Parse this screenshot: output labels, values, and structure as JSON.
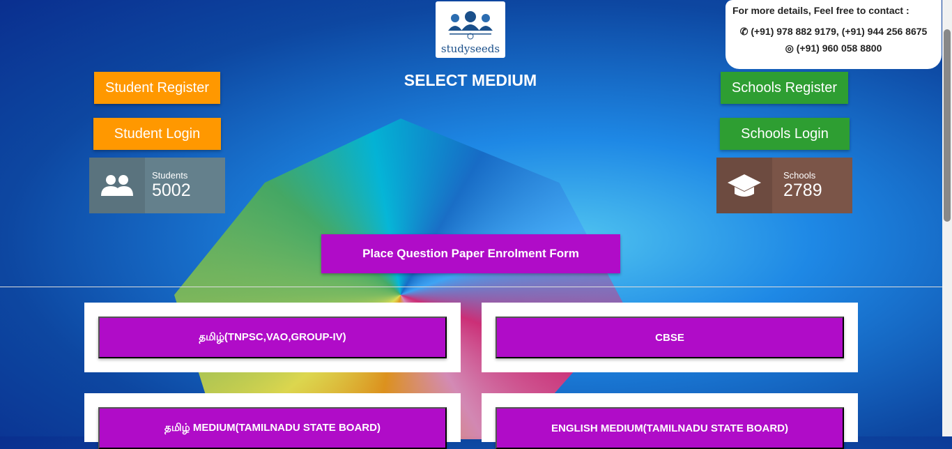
{
  "logo": {
    "text": "studyseeds"
  },
  "title": "SELECT MEDIUM",
  "buttons": {
    "student_register": "Student Register",
    "student_login": "Student Login",
    "schools_register": "Schools Register",
    "schools_login": "Schools Login",
    "enrolment": "Place Question Paper Enrolment Form"
  },
  "stats": {
    "students": {
      "label": "Students",
      "value": "5002"
    },
    "schools": {
      "label": "Schools",
      "value": "2789"
    }
  },
  "contact": {
    "heading": "For more details, Feel free to contact :",
    "phones": "(+91) 978 882 9179, (+91) 944 256 8675",
    "whatsapp": "(+91) 960 058 8800"
  },
  "mediums": [
    "தமிழ்(TNPSC,VAO,GROUP-IV)",
    "CBSE",
    "தமிழ் MEDIUM(TAMILNADU STATE BOARD)",
    "ENGLISH MEDIUM(TAMILNADU STATE BOARD)"
  ],
  "colors": {
    "orange": "#ff9800",
    "green": "#2e9e32",
    "purple": "#b00cc8",
    "students_bg": "#607d8b",
    "schools_bg": "#795548"
  }
}
